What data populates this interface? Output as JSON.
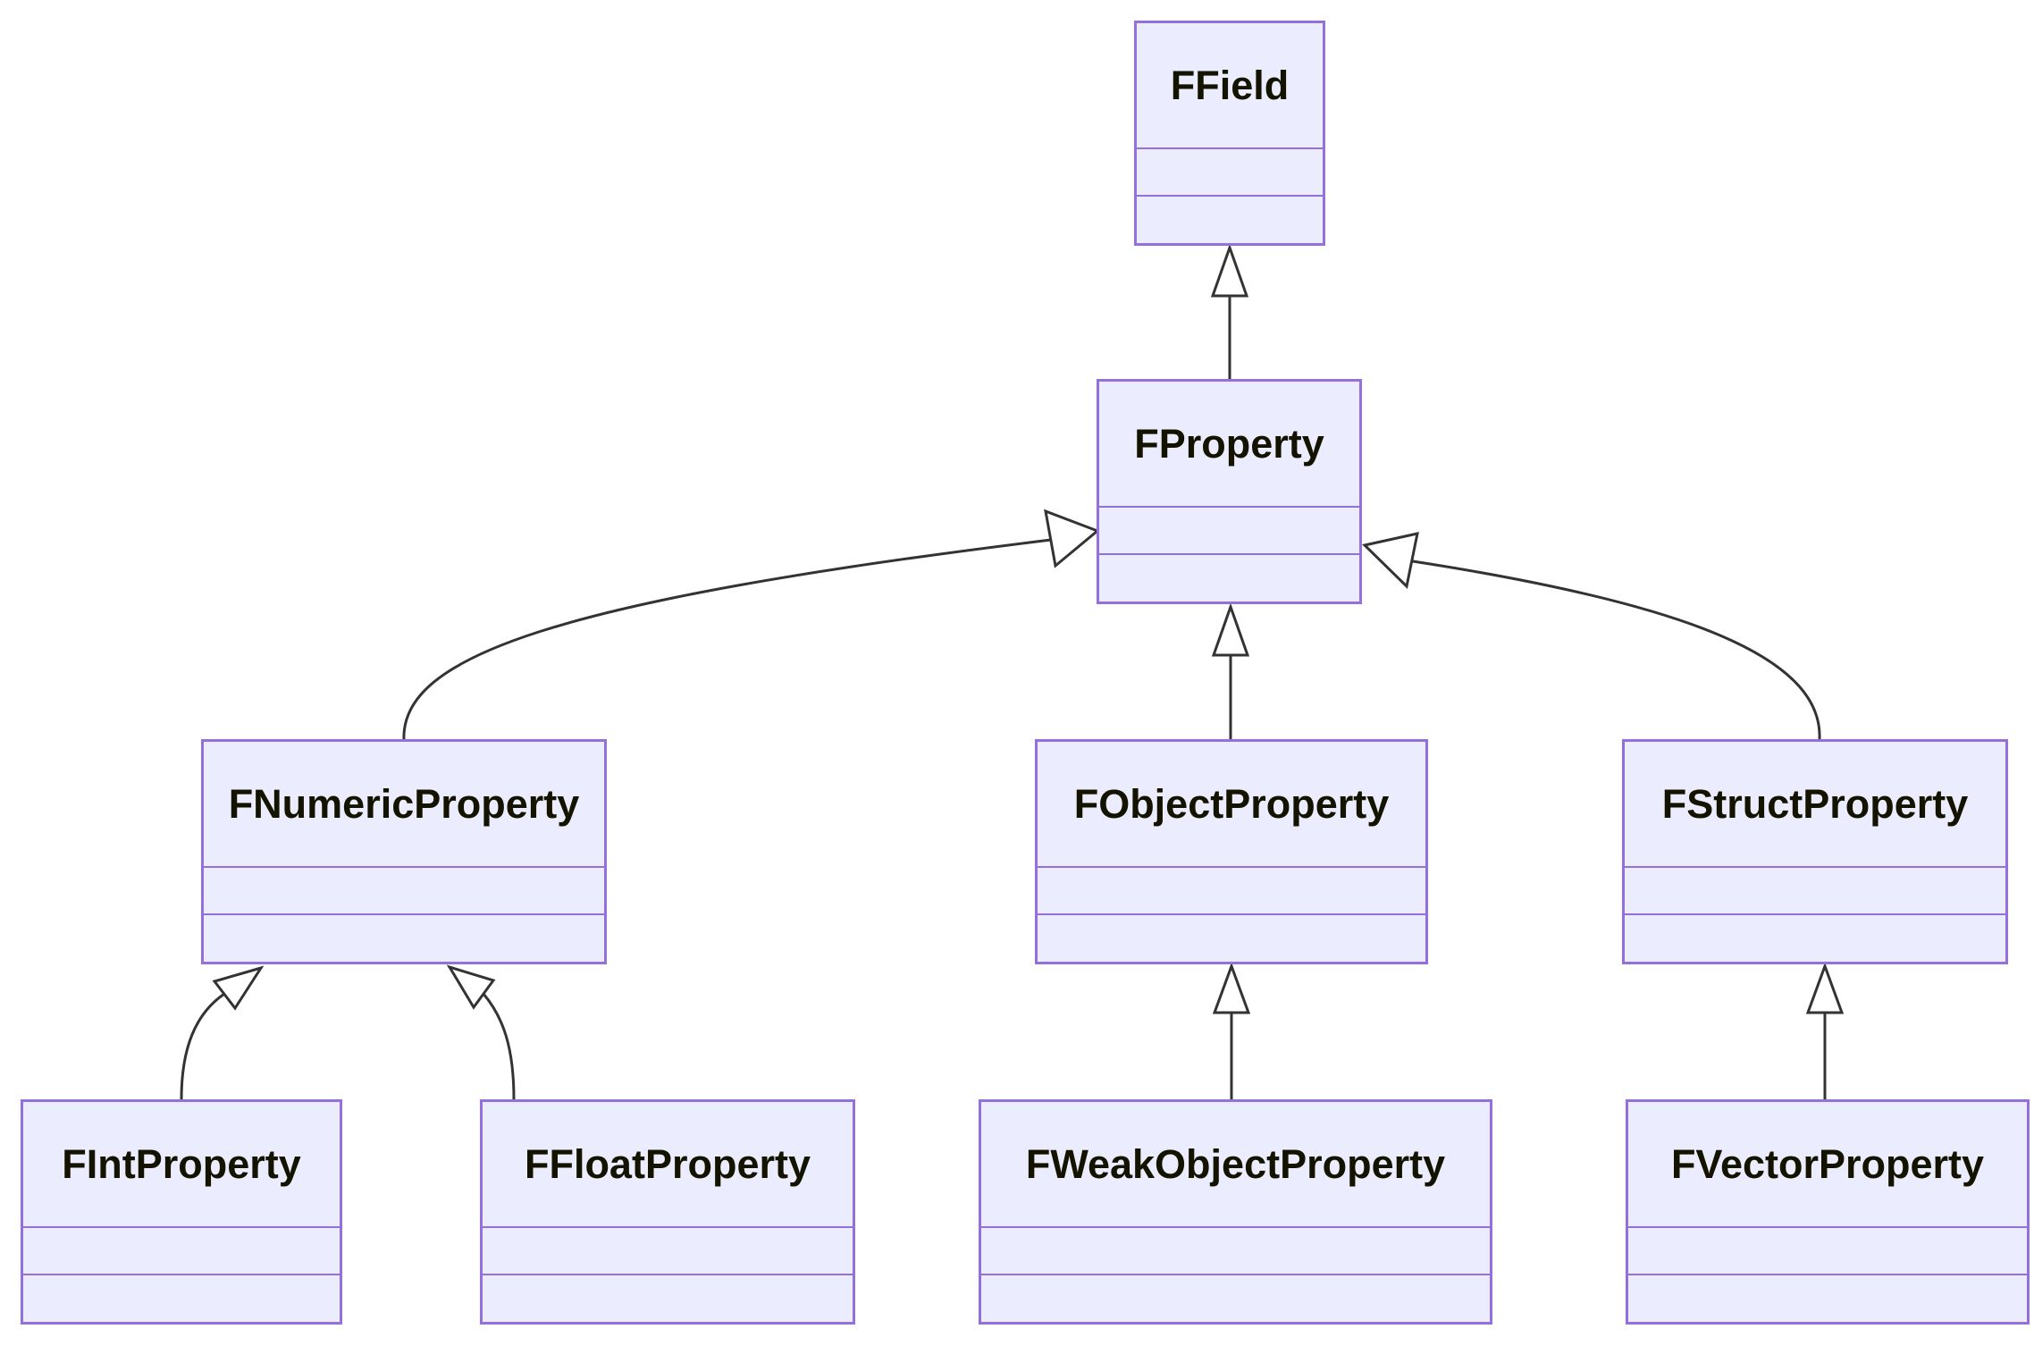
{
  "diagram": {
    "type": "uml-class-inheritance-diagram",
    "background_color": "#ffffff",
    "node_fill_color": "#ECECFF",
    "node_border_color": "#9370DB",
    "edge_color": "#333333",
    "text_color": "#131300",
    "arrow_style": "hollow-triangle-inheritance"
  },
  "classes": [
    {
      "name": "FField"
    },
    {
      "name": "FProperty"
    },
    {
      "name": "FNumericProperty"
    },
    {
      "name": "FObjectProperty"
    },
    {
      "name": "FStructProperty"
    },
    {
      "name": "FIntProperty"
    },
    {
      "name": "FFloatProperty"
    },
    {
      "name": "FWeakObjectProperty"
    },
    {
      "name": "FVectorProperty"
    }
  ],
  "relationships": [
    {
      "child": "FProperty",
      "parent": "FField",
      "type": "inheritance"
    },
    {
      "child": "FNumericProperty",
      "parent": "FProperty",
      "type": "inheritance"
    },
    {
      "child": "FObjectProperty",
      "parent": "FProperty",
      "type": "inheritance"
    },
    {
      "child": "FStructProperty",
      "parent": "FProperty",
      "type": "inheritance"
    },
    {
      "child": "FIntProperty",
      "parent": "FNumericProperty",
      "type": "inheritance"
    },
    {
      "child": "FFloatProperty",
      "parent": "FNumericProperty",
      "type": "inheritance"
    },
    {
      "child": "FWeakObjectProperty",
      "parent": "FObjectProperty",
      "type": "inheritance"
    },
    {
      "child": "FVectorProperty",
      "parent": "FStructProperty",
      "type": "inheritance"
    }
  ]
}
